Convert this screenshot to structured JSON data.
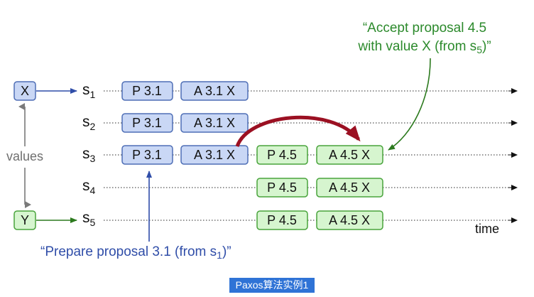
{
  "input_values": {
    "x": "X",
    "y": "Y",
    "label": "values"
  },
  "servers": [
    {
      "main": "s",
      "sub": "1"
    },
    {
      "main": "s",
      "sub": "2"
    },
    {
      "main": "s",
      "sub": "3"
    },
    {
      "main": "s",
      "sub": "4"
    },
    {
      "main": "s",
      "sub": "5"
    }
  ],
  "messages": {
    "prepare_31": "P 3.1",
    "accept_31": "A 3.1 X",
    "prepare_45": "P 4.5",
    "accept_45": "A 4.5 X"
  },
  "time_label": "time",
  "annotations": {
    "accept_line1": "“Accept proposal 4.5",
    "accept_line2_pre": "with value X (from s",
    "accept_line2_sub": "5",
    "accept_line2_post": ")”",
    "prepare_pre": "“Prepare proposal 3.1 (from s",
    "prepare_sub": "1",
    "prepare_post": ")”"
  },
  "caption": "Paxos算法实例1",
  "colors": {
    "blue_fill": "#c9d7f5",
    "blue_stroke": "#4f6fb6",
    "green_fill": "#d6f5cf",
    "green_stroke": "#49a43c",
    "curve": "#9b1022"
  }
}
